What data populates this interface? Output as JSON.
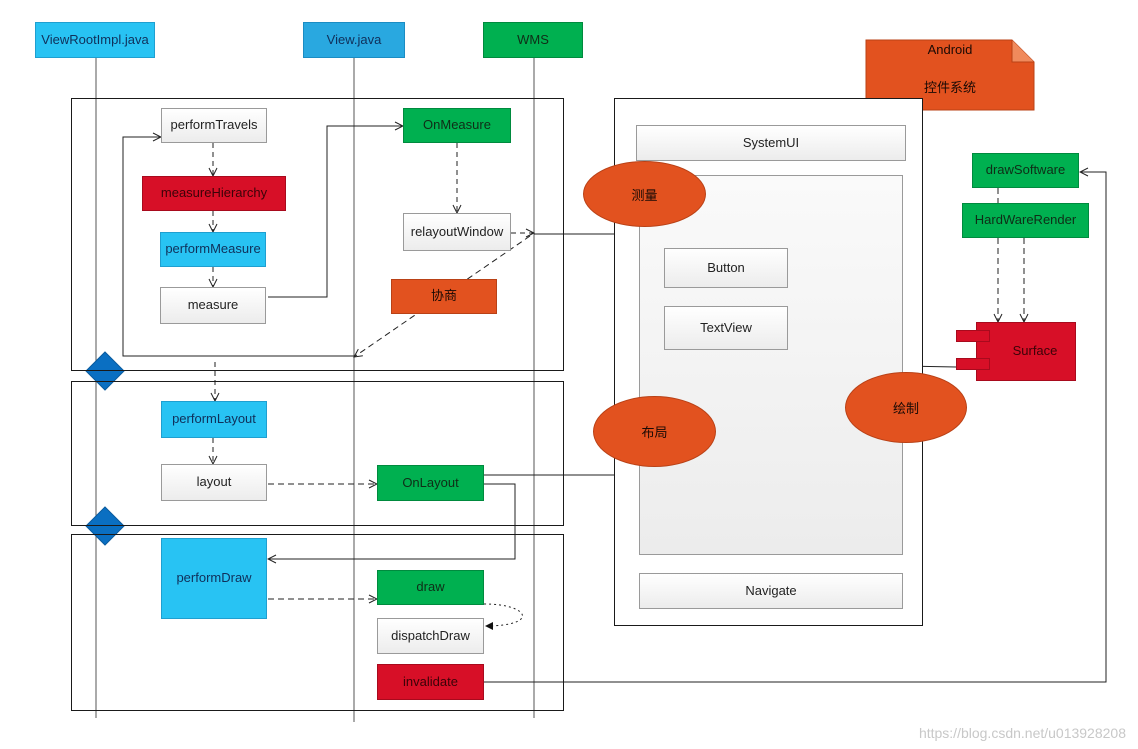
{
  "lanes": {
    "viewrootimpl": "ViewRootImpl.java",
    "view": "View.java",
    "wms": "WMS"
  },
  "steps": {
    "perform_travels": "performTravels",
    "measure_hierarchy": "measureHierarchy",
    "perform_measure": "performMeasure",
    "measure": "measure",
    "on_measure": "OnMeasure",
    "relayout_window": "relayoutWindow",
    "negotiate": "协商",
    "perform_layout": "performLayout",
    "layout": "layout",
    "on_layout": "OnLayout",
    "perform_draw": "performDraw",
    "draw": "draw",
    "dispatch_draw": "dispatchDraw",
    "invalidate": "invalidate"
  },
  "android_note": {
    "line1": "Android",
    "line2": "控件系统"
  },
  "screen": {
    "system_ui": "SystemUI",
    "button": "Button",
    "text_view": "TextView",
    "navigate": "Navigate"
  },
  "phases": {
    "measure": "测量",
    "layout": "布局",
    "draw": "绘制"
  },
  "render": {
    "draw_software": "drawSoftware",
    "hardware_render": "HardWareRender",
    "surface": "Surface"
  },
  "watermark": "https://blog.csdn.net/u013928208",
  "colors": {
    "blue": "#28c3f3",
    "green": "#00b050",
    "red": "#d70f27",
    "orange": "#e2521f",
    "diamond": "#0a6fc2"
  }
}
